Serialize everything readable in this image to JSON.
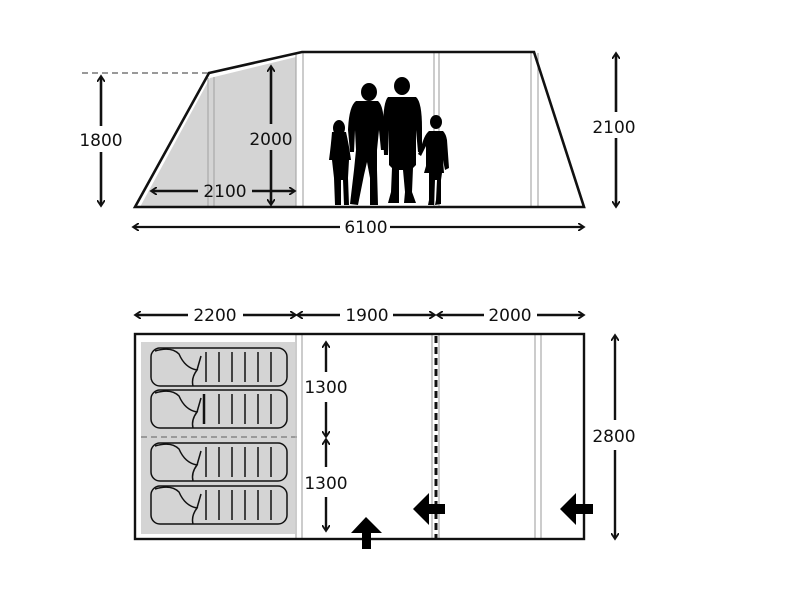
{
  "colors": {
    "outline": "#111111",
    "fill_shaded": "#d4d4d4",
    "pole_line": "#aaaaaa",
    "background": "#ffffff"
  },
  "side_view": {
    "annex_wall_height": "1800",
    "annex_inner_height": "2000",
    "annex_depth": "2100",
    "max_height": "2100",
    "total_length": "6100",
    "figures": [
      "girl",
      "woman",
      "man",
      "boy"
    ]
  },
  "floor_plan": {
    "section_widths": [
      "2200",
      "1900",
      "2000"
    ],
    "bedroom_depth_top": "1300",
    "bedroom_depth_bottom": "1300",
    "total_width": "2800",
    "sleeping_bags": 4,
    "entrances": [
      "entrance-front",
      "entrance-middle",
      "entrance-side"
    ]
  }
}
